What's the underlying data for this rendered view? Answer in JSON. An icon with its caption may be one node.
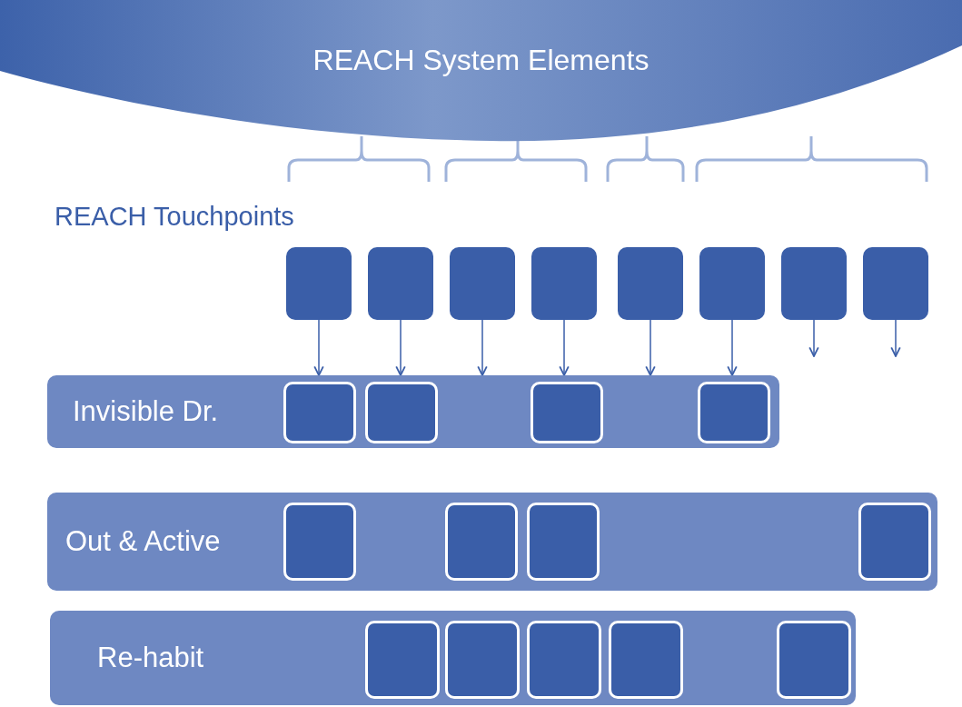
{
  "diagram": {
    "nodes": [
      {
        "text": [
          "REACH System Elements"
        ]
      },
      {
        "text": [],
        "shape": "box"
      },
      {
        "text": [],
        "shape": "box"
      },
      {
        "text": [],
        "shape": "box"
      },
      {
        "text": [],
        "shape": "box"
      },
      {
        "text": [],
        "shape": "box"
      },
      {
        "text": [],
        "shape": "box"
      },
      {
        "text": [],
        "shape": "box"
      },
      {
        "text": [],
        "shape": "box"
      },
      {
        "text": [
          "Invisible Dr."
        ]
      },
      {
        "text": [],
        "shape": "box",
        "in": 9
      },
      {
        "text": [],
        "shape": "box",
        "in": 9
      },
      {
        "text": [],
        "shape": "box",
        "in": 9
      },
      {
        "text": [],
        "shape": "box",
        "in": 9
      },
      {
        "text": [
          "Out & Active"
        ]
      },
      {
        "text": [],
        "shape": "box",
        "in": 14
      },
      {
        "text": [],
        "shape": "box",
        "in": 14
      },
      {
        "text": [],
        "shape": "box",
        "in": 14
      },
      {
        "text": [],
        "shape": "box",
        "in": 14
      },
      {
        "text": [
          "Re-habit"
        ]
      },
      {
        "text": [],
        "shape": "box",
        "in": 19
      },
      {
        "text": [],
        "shape": "box",
        "in": 19
      },
      {
        "text": [],
        "shape": "box",
        "in": 19
      },
      {
        "text": [],
        "shape": "box",
        "in": 19
      },
      {
        "text": [],
        "shape": "box",
        "in": 19
      }
    ],
    "edges": [
      {
        "from": 1,
        "to": 9,
        "arrow": "to"
      },
      {
        "from": 2,
        "to": 9,
        "arrow": "to"
      },
      {
        "from": 3,
        "to": 9,
        "arrow": "to"
      },
      {
        "from": 4,
        "to": 9,
        "arrow": "to"
      },
      {
        "from": 5,
        "to": 9,
        "arrow": "to"
      },
      {
        "from": 6,
        "to": 9,
        "arrow": "to"
      },
      {
        "from": 7,
        "to": null,
        "arrow": "to"
      },
      {
        "from": 8,
        "to": null,
        "arrow": "to"
      }
    ],
    "labels": [
      "REACH Touchpoints"
    ]
  }
}
